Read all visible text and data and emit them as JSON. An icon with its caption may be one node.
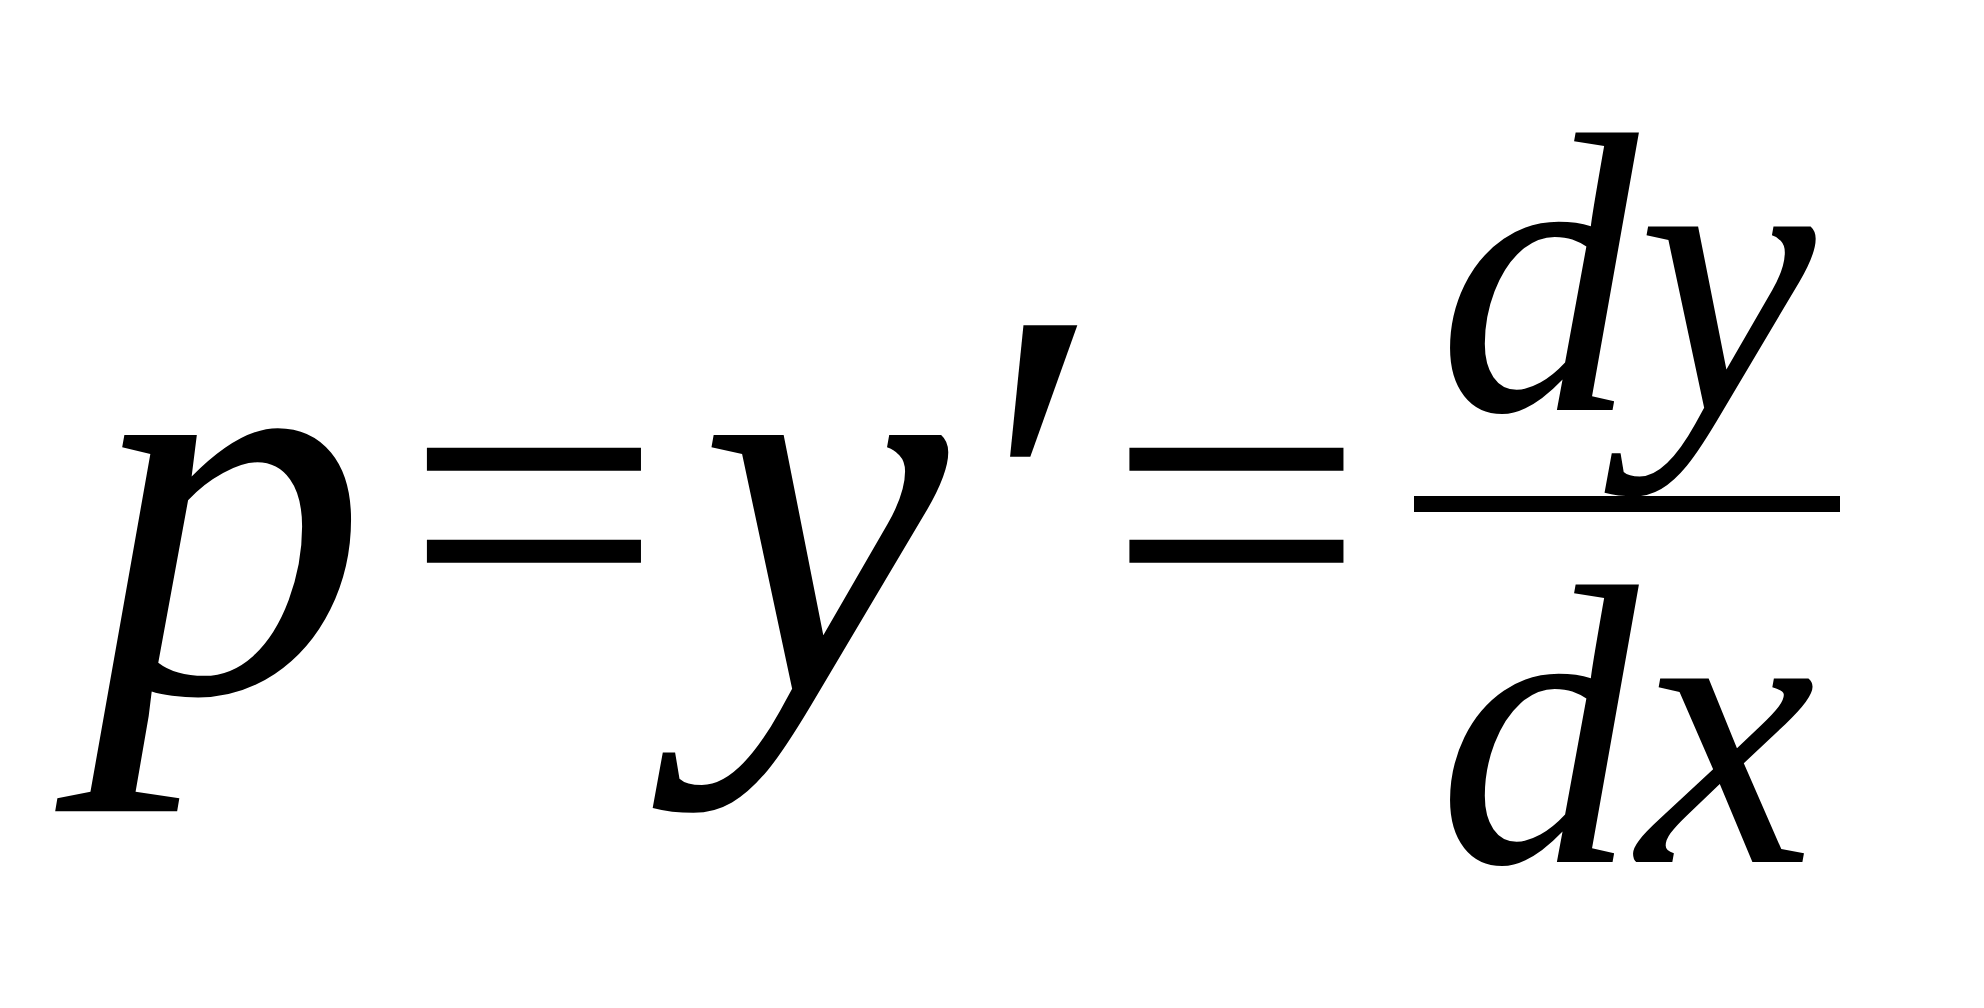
{
  "diagram": {
    "labels": [
      "p",
      "=",
      "y′",
      "=",
      "dy",
      "dx"
    ]
  }
}
